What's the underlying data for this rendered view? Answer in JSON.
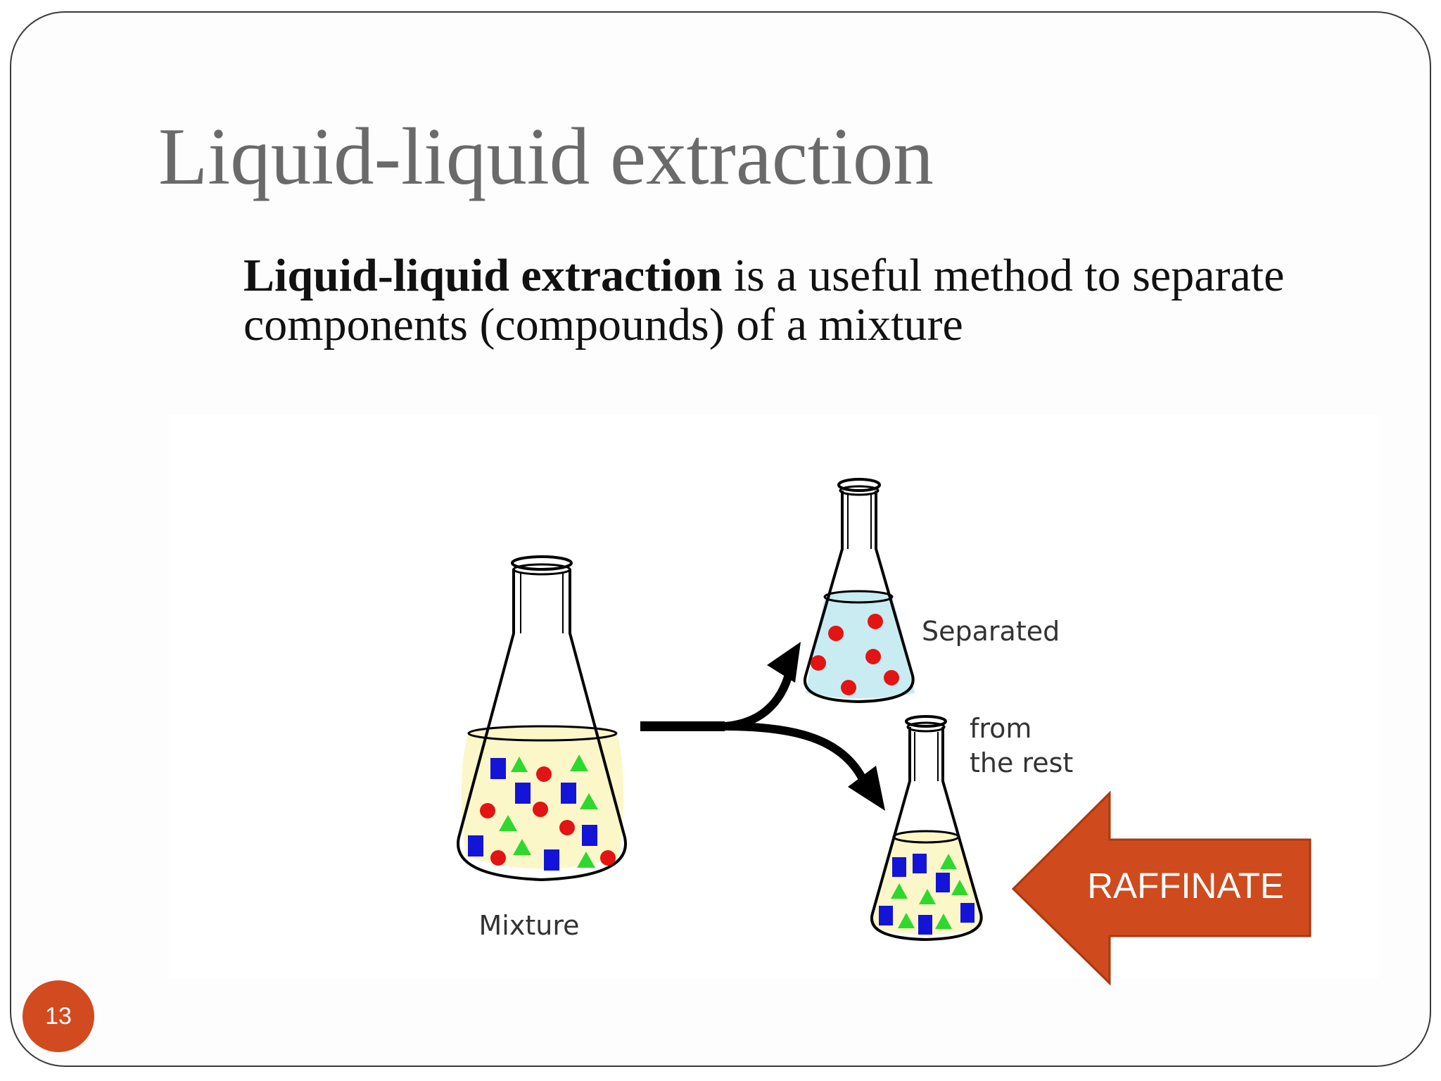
{
  "slide": {
    "title": "Liquid-liquid extraction",
    "body_bold": "Liquid-liquid extraction",
    "body_rest": " is a useful method to separate components (compounds) of a mixture",
    "page_number": "13"
  },
  "diagram": {
    "label_mixture": "Mixture",
    "label_separated": "Separated",
    "label_from": "from",
    "label_the_rest": "the rest",
    "label_raffinate": "RAFFINATE"
  },
  "colors": {
    "accent": "#d24a1f",
    "title_gray": "#6a6a6a",
    "mixture_liquid": "#fbf7c8",
    "separated_liquid": "#c9ecf2",
    "particle_red": "#e31414",
    "particle_blue": "#1414d8",
    "particle_green": "#2fd82f"
  }
}
